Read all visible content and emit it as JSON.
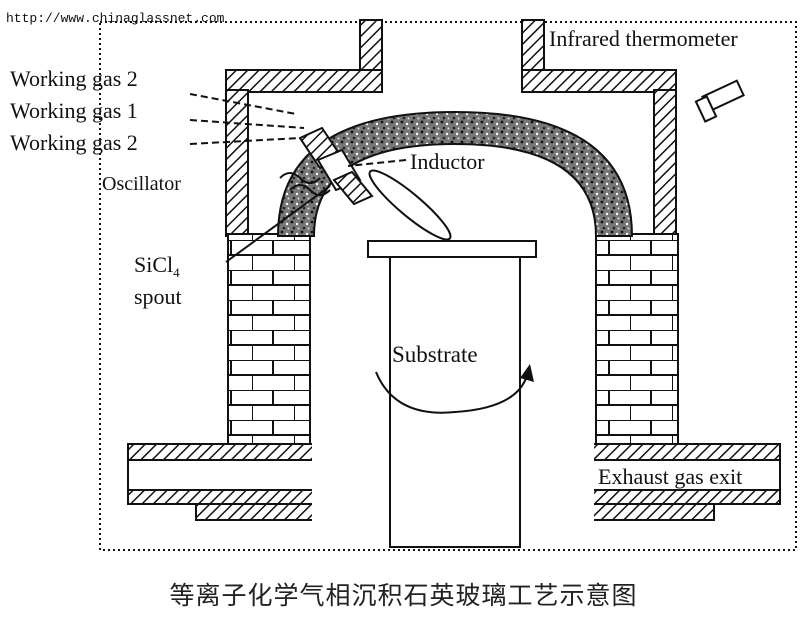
{
  "watermark": "http://www.chinaglassnet.com",
  "labels": {
    "infrared_thermometer": "Infrared thermometer",
    "working_gas_2_top": "Working gas 2",
    "working_gas_1": "Working gas 1",
    "working_gas_2_bottom": "Working gas 2",
    "inductor": "Inductor",
    "oscillator": "Oscillator",
    "sicl4_line1": "SiCl",
    "sicl4_subscript": "4",
    "sicl4_line2": "spout",
    "substrate": "Substrate",
    "exhaust": "Exhaust gas exit"
  },
  "caption": "等离子化学气相沉积石英玻璃工艺示意图",
  "colors": {
    "ink": "#111111",
    "background": "#ffffff",
    "deposit": "#555555"
  }
}
